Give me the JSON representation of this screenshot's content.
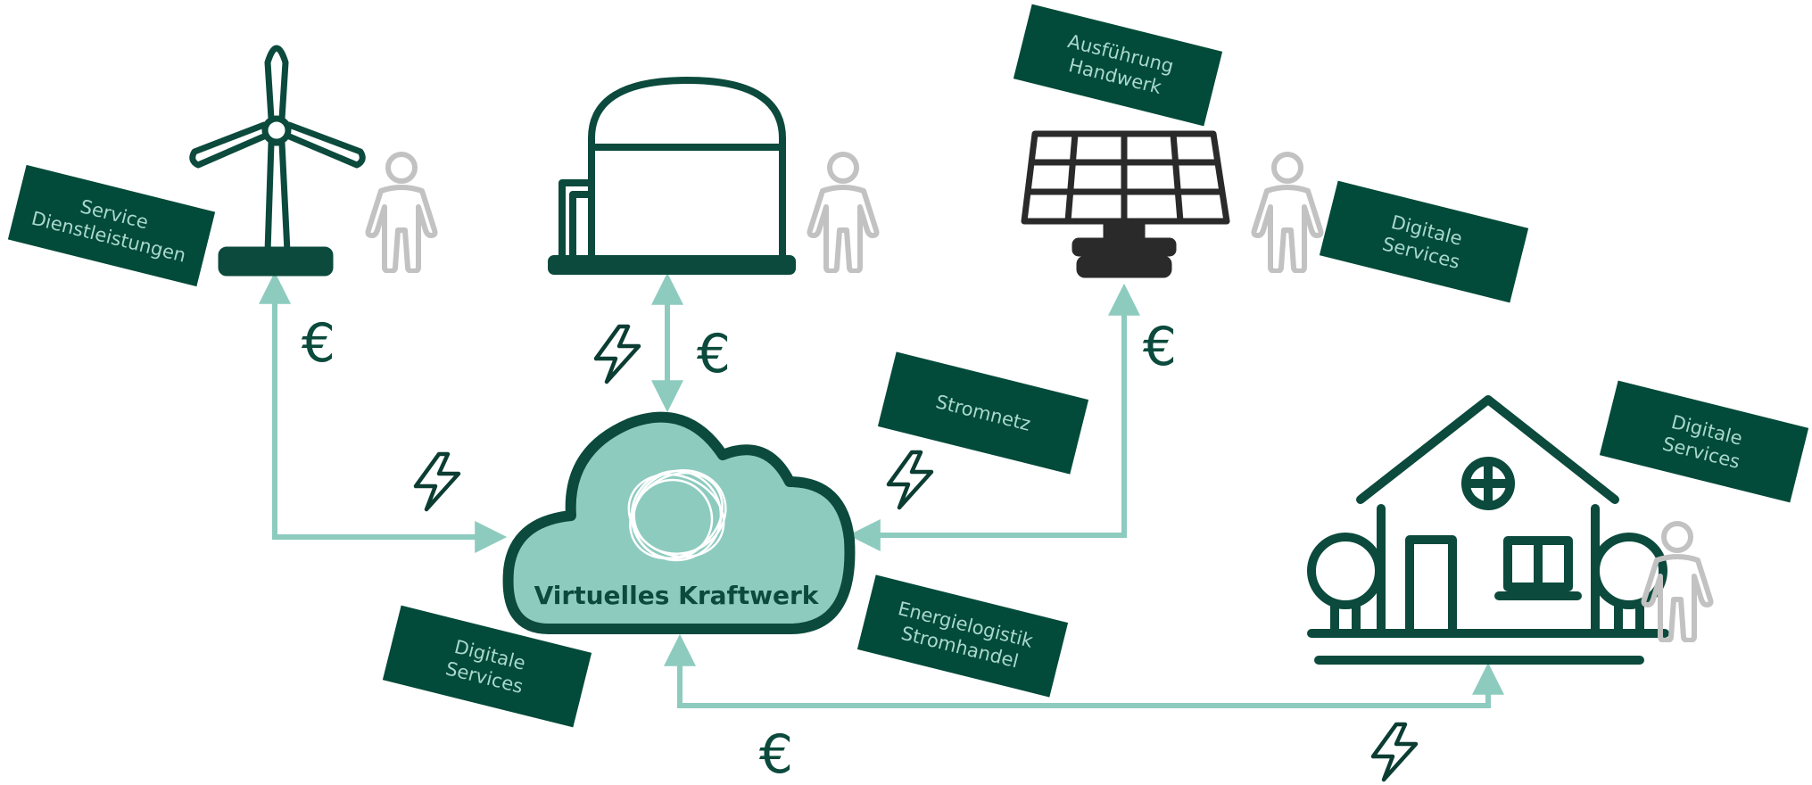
{
  "center": {
    "label": "Virtuelles Kraftwerk"
  },
  "tags": {
    "service_wind": [
      "Service",
      "Dienstleistungen"
    ],
    "ausfuehrung": [
      "Ausführung",
      "Handwerk"
    ],
    "digital_solar": [
      "Digitale",
      "Services"
    ],
    "digital_house": [
      "Digitale",
      "Services"
    ],
    "stromnetz": [
      "Stromnetz"
    ],
    "digital_center": [
      "Digitale",
      "Services"
    ],
    "energielogistik": [
      "Energielogistik",
      "Stromhandel"
    ]
  },
  "symbols": {
    "euro": "€"
  },
  "colors": {
    "dark_green": "#024a39",
    "mint": "#8dcbbf",
    "tag_text": "#a9d8ce",
    "person_gray": "#c2c2c2",
    "solar_dark": "#2a2a2a"
  }
}
